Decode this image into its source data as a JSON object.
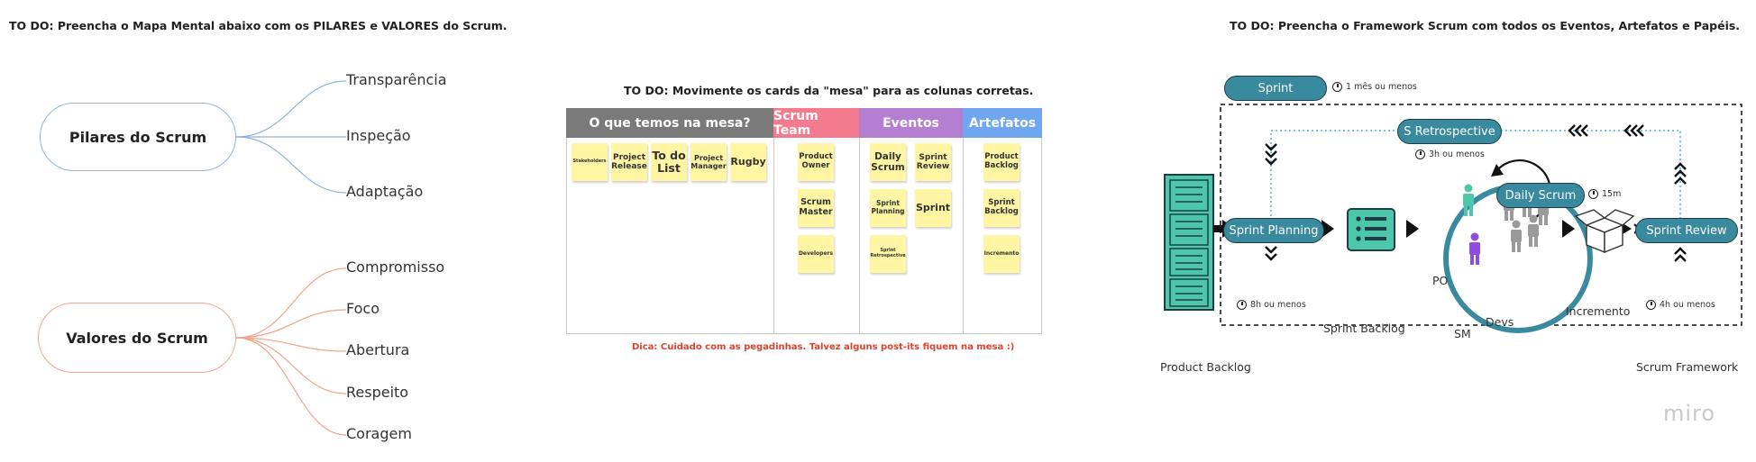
{
  "mindmap": {
    "todo": "TO DO: Preencha o Mapa Mental abaixo com os PILARES e VALORES do Scrum.",
    "pillars_title": "Pilares do Scrum",
    "pillars": [
      "Transparência",
      "Inspeção",
      "Adaptação"
    ],
    "values_title": "Valores do Scrum",
    "values": [
      "Compromisso",
      "Foco",
      "Abertura",
      "Respeito",
      "Coragem"
    ],
    "colors": {
      "pillars": "#8fb3e0",
      "values": "#f0a48a"
    }
  },
  "board": {
    "todo": "TO DO: Movimente os cards da \"mesa\" para as colunas corretas.",
    "columns": [
      {
        "title": "O que temos na mesa?",
        "color": "#7a7a7a"
      },
      {
        "title": "Scrum Team",
        "color": "#f47b8e"
      },
      {
        "title": "Eventos",
        "color": "#b57fd1"
      },
      {
        "title": "Artefatos",
        "color": "#6fa6ef"
      }
    ],
    "mesa_cards": [
      "Stakeholders",
      "Project Release",
      "To do List",
      "Project Manager",
      "Rugby"
    ],
    "team_cards": [
      "Product Owner",
      "Scrum Master",
      "Developers"
    ],
    "event_cards": [
      "Daily Scrum",
      "Sprint Review",
      "Sprint Planning",
      "Sprint",
      "Sprint Retrospective"
    ],
    "artifact_cards": [
      "Product Backlog",
      "Sprint Backlog",
      "Incremento"
    ],
    "sticky_color": "#fff5a3",
    "hint": "Dica: Cuidado com as pegadinhas. Talvez alguns post-its fiquem na mesa :)"
  },
  "framework": {
    "todo": "TO DO: Preencha o Framework Scrum com todos os Eventos, Artefatos e Papéis.",
    "sprint": {
      "label": "Sprint",
      "time": "1 mês ou menos"
    },
    "retro": {
      "label": "S Retrospective",
      "time": "3h ou menos"
    },
    "daily": {
      "label": "Daily Scrum",
      "time": "15m"
    },
    "planning": {
      "label": "Sprint Planning",
      "time": "8h ou menos"
    },
    "review": {
      "label": "Sprint Review",
      "time": "4h ou menos"
    },
    "sprint_backlog": "Sprint Backlog",
    "product_backlog": "Product Backlog",
    "increment": "Incremento",
    "po": "PO",
    "sm": "SM",
    "devs": "Devs",
    "framework_label": "Scrum Framework",
    "colors": {
      "pill": "#3a8a9f",
      "teal": "#4cc7aa",
      "arrow": "#2aa7d6"
    }
  },
  "brand": "miro"
}
